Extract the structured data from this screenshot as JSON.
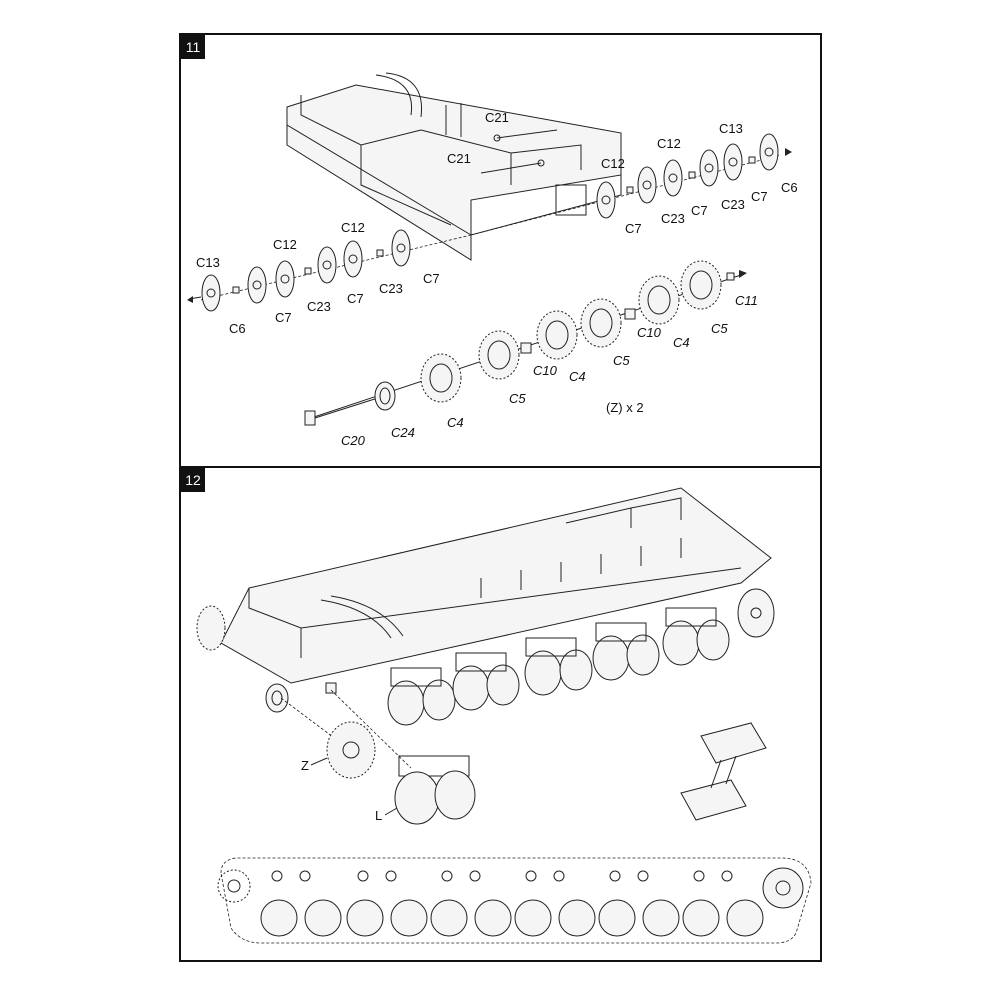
{
  "steps": [
    {
      "number": "11",
      "labels": {
        "c21_top": "C21",
        "c21_mid": "C21",
        "c12_a": "C12",
        "c13_right": "C13",
        "c12_b": "C12",
        "c6_right": "C6",
        "c7_r1": "C7",
        "c23_r1": "C23",
        "c7_r2": "C7",
        "c23_r2": "C23",
        "c7_r3": "C7",
        "c12_c": "C12",
        "c12_d": "C12",
        "c13_left": "C13",
        "c6_left": "C6",
        "c7_l1": "C7",
        "c23_l1": "C23",
        "c7_l2": "C7",
        "c23_l2": "C23",
        "c7_l3": "C7",
        "c11": "C11",
        "c5_a": "C5",
        "c4_a": "C4",
        "c10_a": "C10",
        "c5_b": "C5",
        "c4_b": "C4",
        "c10_b": "C10",
        "c5_c": "C5",
        "c4_c": "C4",
        "c24": "C24",
        "c20": "C20"
      },
      "note": "(Z) x 2"
    },
    {
      "number": "12",
      "labels": {
        "z": "Z",
        "l": "L"
      }
    }
  ]
}
